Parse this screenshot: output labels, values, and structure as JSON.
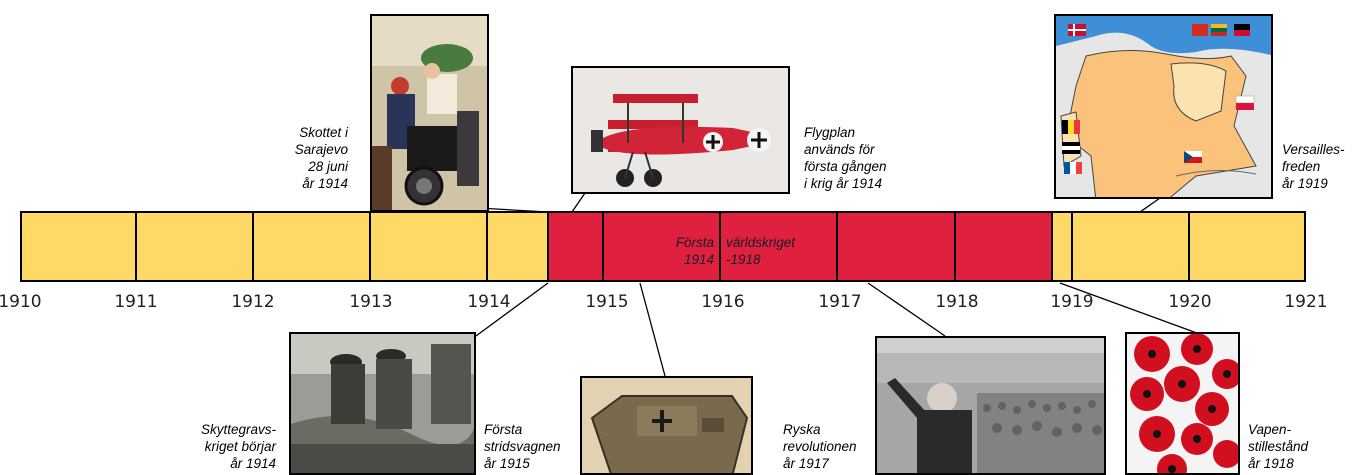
{
  "timeline": {
    "years": [
      "1910",
      "1911",
      "1912",
      "1913",
      "1914",
      "1915",
      "1916",
      "1917",
      "1918",
      "1919",
      "1920",
      "1921"
    ],
    "war_label_left": "Första\n1914",
    "war_label_right": "världskriget\n-1918",
    "colors": {
      "peace": "#ffd966",
      "war": "#e0203f",
      "border": "#000000"
    }
  },
  "events": {
    "sarajevo": "Skottet i\nSarajevo\n28 juni\n år 1914",
    "flight": "Flygplan\nanvänds för\nförsta gången\ni krig år 1914",
    "versailles": "Versailles-\nfreden\når 1919",
    "trench": "Skyttegravs-\nkriget börjar\når 1914",
    "tank": "Första\nstridsvagnen\når 1915",
    "revolution": "Ryska\nrevolutionen\når 1917",
    "armistice": "Vapen-\nstillestånd\når 1918"
  },
  "images": {
    "sarajevo": "assassination-illustration",
    "flight": "red-triplane-photo",
    "versailles": "europe-map-with-flags",
    "trench": "soldiers-in-trench-photo",
    "tank": "ww1-tank-photo",
    "revolution": "lenin-speech-crowd-photo",
    "armistice": "red-poppies-photo"
  }
}
